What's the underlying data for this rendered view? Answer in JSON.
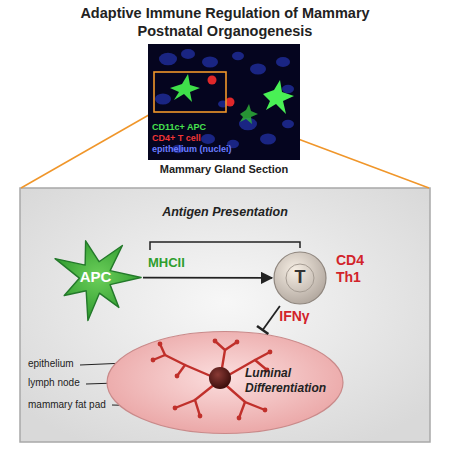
{
  "diagram": {
    "title": "Adaptive Immune Regulation of Mammary Postnatal Organogenesis",
    "nodes": [
      {
        "text": [
          "CD11c+ APC",
          "CD4+ T cell",
          "epithelium (nuclei)",
          "Mammary Gland Section"
        ]
      },
      {
        "text": [
          "APC"
        ]
      },
      {
        "text": [
          "T"
        ]
      },
      {
        "text": [
          "Luminal Differentiation"
        ]
      }
    ],
    "edges": [
      {
        "from": 1,
        "to": 2,
        "arrow": "to"
      },
      {
        "from": 2,
        "to": 3,
        "label": "IFNγ",
        "arrow": "to"
      }
    ],
    "labels": [
      "MHCII",
      "Antigen Presentation",
      "CD4 Th1",
      "epithelium",
      "lymph node",
      "mammary fat pad"
    ]
  }
}
